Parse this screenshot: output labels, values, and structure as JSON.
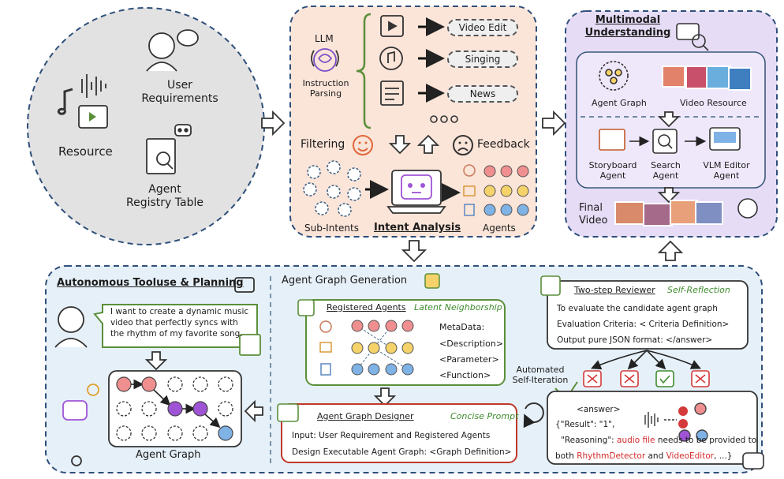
{
  "resource_panel": {
    "user_requirements": "User\nRequirements",
    "resource": "Resource",
    "agent_registry": "Agent\nRegistry Table"
  },
  "intent_panel": {
    "llm": "LLM",
    "instruction_parsing": "Instruction\nParsing",
    "intents": [
      "Video Edit",
      "Singing",
      "News"
    ],
    "filtering": "Filtering",
    "feedback": "Feedback",
    "sub_intents": "Sub-Intents",
    "intent_analysis": "Intent Analysis",
    "agents": "Agents"
  },
  "multimodal_panel": {
    "title": "Multimodal\nUnderstanding",
    "agent_graph": "Agent Graph",
    "video_resource": "Video Resource",
    "storyboard_agent": "Storyboard\nAgent",
    "search_agent": "Search\nAgent",
    "vlm_editor_agent": "VLM Editor\nAgent",
    "final_video": "Final\nVideo"
  },
  "tooluse_panel": {
    "title": "Autonomous Tooluse & Planning",
    "speech": "I want to create a dynamic music video that perfectly syncs with the rhythm of my favorite song.",
    "agent_graph": "Agent Graph"
  },
  "generation_panel": {
    "title": "Agent Graph Generation",
    "registered_agents": "Registered Agents",
    "latent_neighborship": "Latent Neighborship",
    "metadata": [
      "MetaData:",
      "<Description>",
      "<Parameter>",
      "<Function>"
    ],
    "designer_title": "Agent Graph Designer",
    "concise_prompt": "Concise Prompt",
    "designer_lines": [
      "Input: User Requirement and Registered Agents",
      "Design Executable Agent Graph:  <Graph Definition>"
    ]
  },
  "reviewer_panel": {
    "title": "Two-step Reviewer",
    "self_reflection": "Self-Reflection",
    "lines": [
      "To evaluate the candidate agent graph",
      "Evaluation Criteria: < Criteria  Definition>",
      "Output pure JSON format: </answer>"
    ],
    "automated": "Automated\nSelf-Iteration",
    "answer_tag": "<answer>",
    "result_line": "{\"Result\": \"1\",",
    "reasoning_key": "\"Reasoning\":",
    "reasoning_red1": "audio file",
    "reasoning_mid": "needs to be provided to",
    "reasoning_line2_a": "both",
    "reasoning_red2": "RhythmDetector",
    "reasoning_and": "and",
    "reasoning_red3": "VideoEditor",
    "reasoning_end": ", ...}"
  },
  "colors": {
    "intent_bg": "#fbe4d8",
    "multimodal_bg": "#e6dcf6",
    "bottom_bg": "#e6f0f8",
    "circle_bg": "#e2e2e2",
    "node_red": "#f08f8f",
    "node_yellow": "#f5d36a",
    "node_blue": "#7fb2e5",
    "node_purple": "#9f54d6"
  }
}
